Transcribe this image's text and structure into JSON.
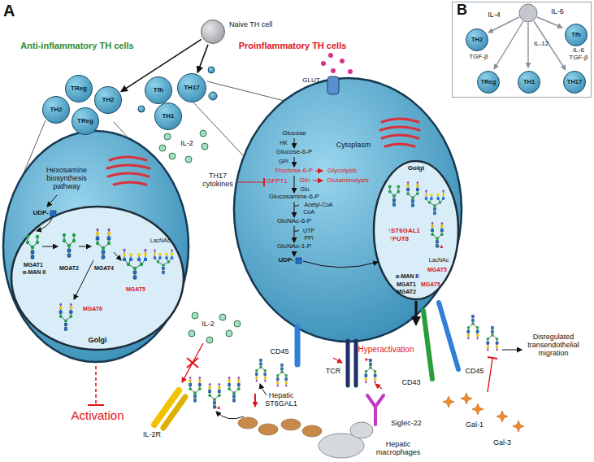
{
  "diagram": {
    "nodes": [
      {
        "text": [
          "Naive TH cell"
        ]
      },
      {
        "text": [
          "TReg"
        ]
      },
      {
        "text": [
          "TH2"
        ]
      },
      {
        "text": [
          "TH2"
        ]
      },
      {
        "text": [
          "TReg"
        ]
      },
      {
        "text": [
          "Tfh"
        ]
      },
      {
        "text": [
          "TH17"
        ]
      },
      {
        "text": [
          "TH1"
        ]
      },
      {
        "text": [
          "Hexosamine biosynthesis pathway"
        ]
      },
      {
        "text": [
          "Golgi"
        ],
        "in": 8
      },
      {
        "text": [
          "Cytoplasm"
        ]
      },
      {
        "text": [
          "Golgi"
        ],
        "in": 10
      },
      {
        "text": [
          "B"
        ]
      },
      {
        "text": [
          "TH2"
        ],
        "in": 12
      },
      {
        "text": [
          "Tfh"
        ],
        "in": 12
      },
      {
        "text": [
          "TReg"
        ],
        "in": 12
      },
      {
        "text": [
          "TH1"
        ],
        "in": 12
      },
      {
        "text": [
          "TH17"
        ],
        "in": 12
      }
    ],
    "edges": [
      {
        "from": 0,
        "to": 3,
        "arrow": "to"
      },
      {
        "from": 0,
        "to": 6,
        "arrow": "to"
      }
    ],
    "labels": [
      "A",
      "Anti-inflammatory TH cells",
      "Proinflammatory TH cells",
      "IL-2",
      "GLUT",
      "UDP-",
      "MGAT1",
      "α-MAN II",
      "MGAT2",
      "MGAT4",
      "LacNAc",
      "MGAT5",
      "MGAT6",
      "Glucose",
      "HK",
      "Glucose-6-P",
      "GPI",
      "Fructose-6-P",
      "Glycolysis",
      "TH17 cytokines",
      "GFPT1",
      "Gln",
      "Glutaminolysis",
      "Glu",
      "Glucosamine-6-P",
      "Acetyl-CoA",
      "CoA",
      "GlcNAc-6-P",
      "UTP",
      "PPi",
      "GlcNAc-1-P",
      "UDP-",
      "↑ST6GAL1",
      "↑FUT8",
      "LacNAc",
      "MGAT5",
      "α-MAN II",
      "MGAT1",
      "MGAT2",
      "MGAT5",
      "IL-2",
      "Activation",
      "IL-2R",
      "CD45",
      "Hyperactivation",
      "TCR",
      "CD43",
      "CD45",
      "Disregulated transendothelial migration",
      "Hepatic ST6GAL1",
      "Siglec-22",
      "Hepatic macrophages",
      "Gal-1",
      "Gal-3",
      "IL-4",
      "IL-6",
      "TGF-β",
      "IL-12",
      "IL-6 TGF-β"
    ]
  }
}
